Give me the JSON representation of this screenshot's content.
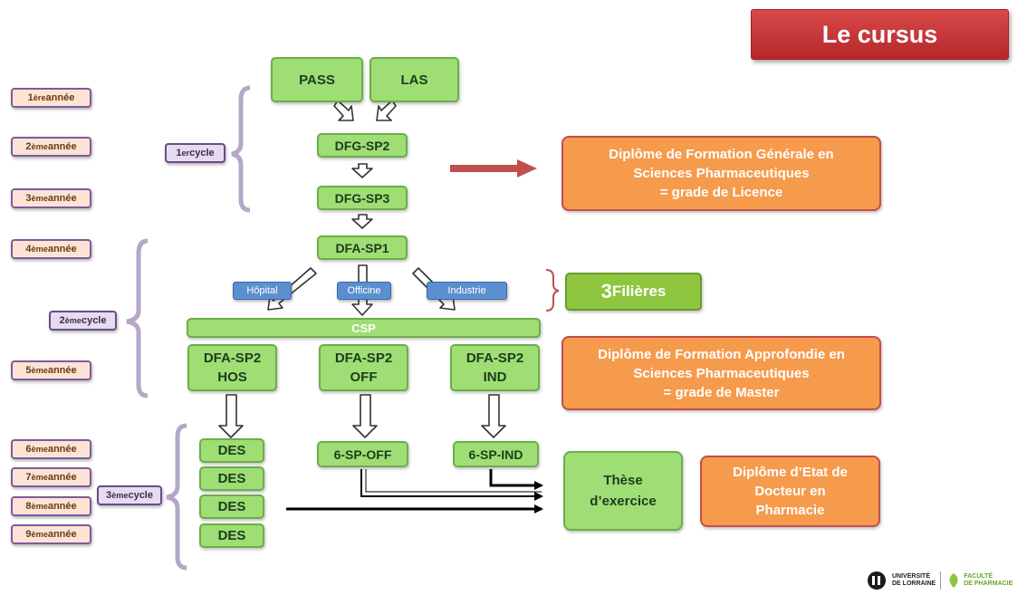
{
  "title": "Le cursus",
  "years": [
    {
      "num": "1",
      "sup": "ère",
      "word": " année"
    },
    {
      "num": "2",
      "sup": "ème",
      "word": " année"
    },
    {
      "num": "3",
      "sup": "ème",
      "word": " année"
    },
    {
      "num": "4",
      "sup": "ème",
      "word": " année"
    },
    {
      "num": "5",
      "sup": "ème",
      "word": " année"
    },
    {
      "num": "6",
      "sup": "ème",
      "word": " année"
    },
    {
      "num": "7",
      "sup": "ème",
      "word": " année"
    },
    {
      "num": "8",
      "sup": "ème",
      "word": " année"
    },
    {
      "num": "9",
      "sup": "ème",
      "word": " année"
    }
  ],
  "cycles": [
    {
      "num": "1",
      "sup": "er",
      "word": " cycle"
    },
    {
      "num": "2",
      "sup": "ème",
      "word": "cycle"
    },
    {
      "num": "3",
      "sup": "ème",
      "word": "cycle"
    }
  ],
  "boxes": {
    "pass": "PASS",
    "las": "LAS",
    "dfg_sp2": "DFG-SP2",
    "dfg_sp3": "DFG-SP3",
    "dfa_sp1": "DFA-SP1",
    "csp": "CSP",
    "dfa_sp2_hos": [
      "DFA-SP2",
      "HOS"
    ],
    "dfa_sp2_off": [
      "DFA-SP2",
      "OFF"
    ],
    "dfa_sp2_ind": [
      "DFA-SP2",
      "IND"
    ],
    "des": "DES",
    "six_sp_off": "6-SP-OFF",
    "six_sp_ind": "6-SP-IND",
    "these": [
      "Thèse",
      "d’exercice"
    ]
  },
  "filieres": {
    "hopital": "Hôpital",
    "officine": "Officine",
    "industrie": "Industrie"
  },
  "trois_filieres": {
    "num": "3",
    "word": " Filières"
  },
  "diplomas": {
    "dfgsp": [
      "Diplôme de Formation Générale en",
      "Sciences Pharmaceutiques",
      "= grade de Licence"
    ],
    "dfasp": [
      "Diplôme de Formation Approfondie en",
      "Sciences Pharmaceutiques",
      "= grade de Master"
    ],
    "de": [
      "Diplôme d’Etat de",
      "Docteur en",
      "Pharmacie"
    ]
  },
  "logo": {
    "univ": [
      "UNIVERSITÉ",
      "DE LORRAINE"
    ],
    "fac": [
      "FACULTÉ",
      "DE PHARMACIE"
    ]
  },
  "colors": {
    "green": "#9ede74",
    "orange": "#f69a4c",
    "red": "#c0504d",
    "purple_bracket": "#b4a7c8",
    "blue": "#5b8fd0"
  }
}
